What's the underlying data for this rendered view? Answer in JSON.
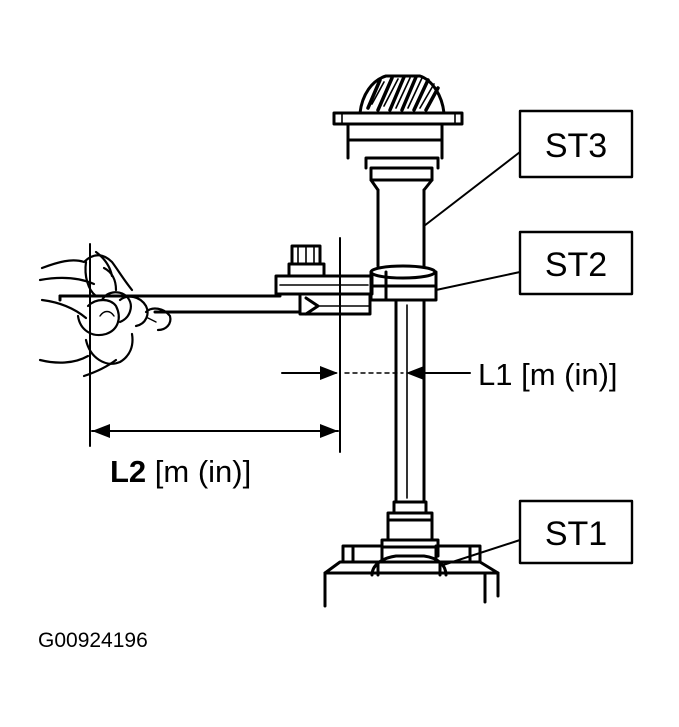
{
  "labels": {
    "st3": "ST3",
    "st2": "ST2",
    "st1": "ST1",
    "l1": "L1 [m (in)]",
    "l2_bold": "L2",
    "l2_rest": " [m (in)]"
  },
  "figure_id": "G00924196"
}
